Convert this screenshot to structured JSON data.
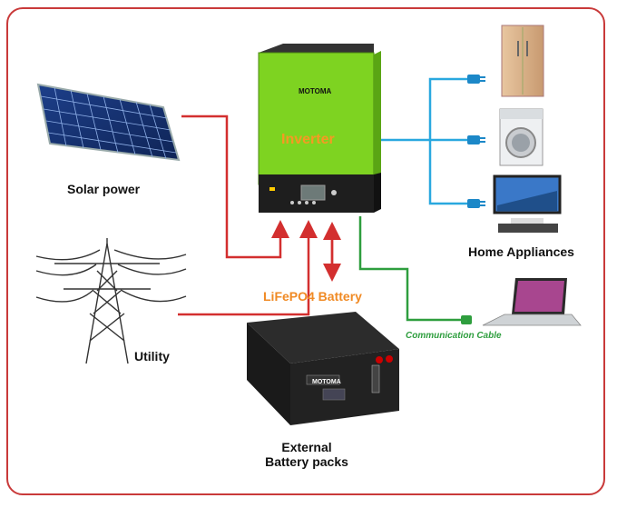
{
  "labels": {
    "solar": "Solar power",
    "utility": "Utility",
    "inverter_brand": "MOTOMA",
    "inverter": "Inverter",
    "battery_title": "LiFePO4 Battery",
    "battery_brand": "MOTOMA",
    "battery_caption_line1": "External",
    "battery_caption_line2": "Battery packs",
    "appliances": "Home Appliances",
    "comm_cable": "Communication Cable"
  },
  "colors": {
    "frame": "#c93a3a",
    "ac_line": "#d32f2f",
    "load_line": "#29a8df",
    "comm_line": "#2e9e3e",
    "inverter_body": "#7ed321",
    "battery_title": "#f08a24",
    "inverter_label": "#f59a23"
  },
  "icons": [
    "solar-panel-icon",
    "power-tower-icon",
    "inverter-icon",
    "battery-pack-icon",
    "refrigerator-icon",
    "washing-machine-icon",
    "tv-icon",
    "laptop-icon",
    "plug-icon"
  ]
}
